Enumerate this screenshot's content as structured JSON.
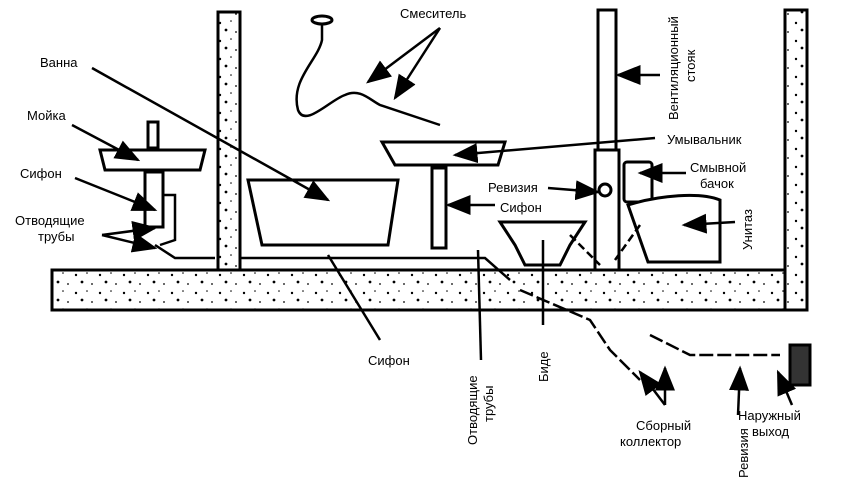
{
  "title": "Схема внутренней канализации",
  "labels": {
    "vanna": "Ванна",
    "moika": "Мойка",
    "sifon_left": "Сифон",
    "otvod_left_1": "Отводящие",
    "otvod_left_2": "трубы",
    "smesitel": "Смеситель",
    "vent_1": "Вентиляционный",
    "vent_2": "стояк",
    "umyvalnik": "Умывальник",
    "smyv_1": "Смывной",
    "smyv_2": "бачок",
    "revizia_top": "Ревизия",
    "sifon_mid": "Сифон",
    "unitaz": "Унитаз",
    "sifon_bottom": "Сифон",
    "otvod_bottom_1": "Отводящие",
    "otvod_bottom_2": "трубы",
    "bide": "Биде",
    "sbor_1": "Сборный",
    "sbor_2": "коллектор",
    "revizia_bottom": "Ревизия",
    "naruzh_1": "Наружный",
    "naruzh_2": "выход"
  }
}
